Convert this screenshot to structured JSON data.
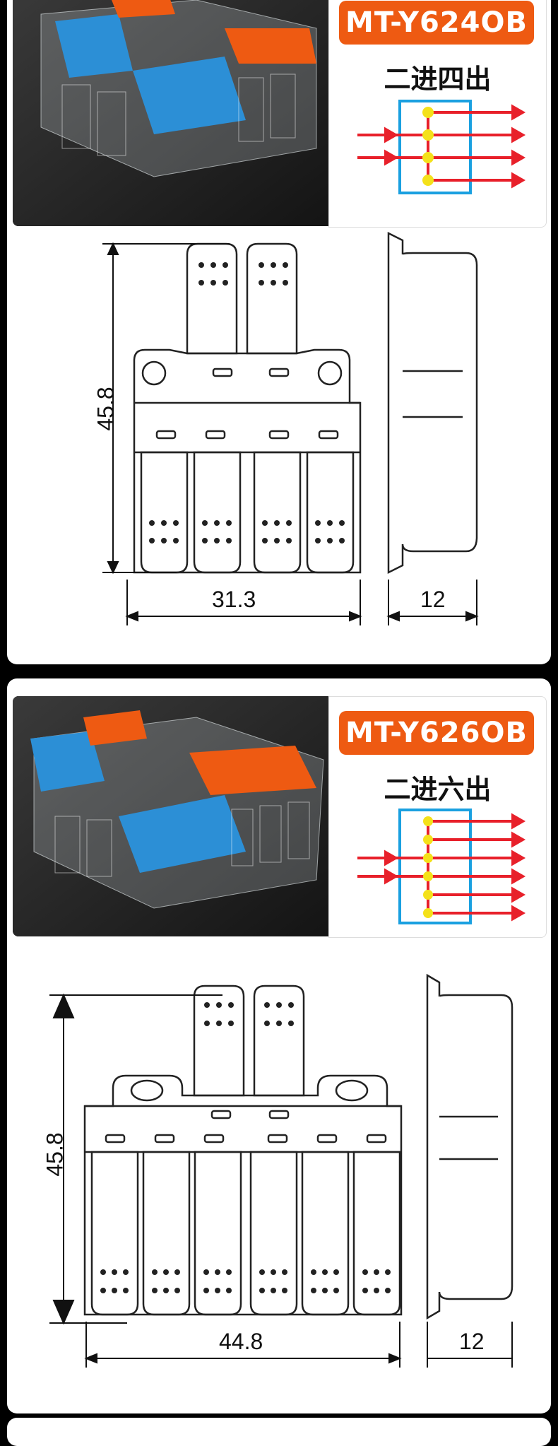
{
  "products": [
    {
      "model": "MT-Y624OB",
      "config": "二进四出",
      "inputs": 2,
      "outputs": 4,
      "dimensions": {
        "height": "45.8",
        "width": "31.3",
        "depth": "12"
      }
    },
    {
      "model": "MT-Y626OB",
      "config": "二进六出",
      "inputs": 2,
      "outputs": 6,
      "dimensions": {
        "height": "45.8",
        "width": "44.8",
        "depth": "12"
      }
    }
  ],
  "colors": {
    "orange": "#ee5a12",
    "blue": "#2c8fd6",
    "red": "#e8202a",
    "yellow": "#f4e11a",
    "frame_blue": "#1aa0e0"
  }
}
